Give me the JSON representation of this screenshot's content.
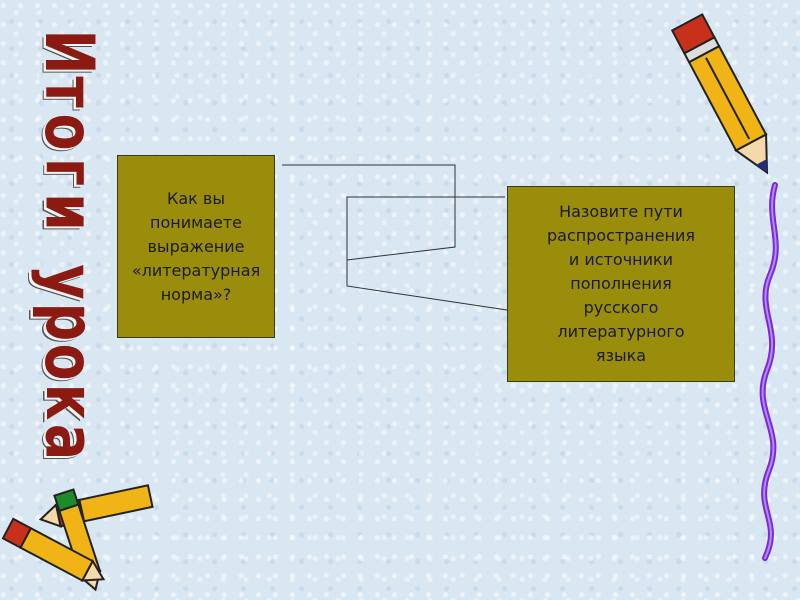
{
  "title": {
    "word1": [
      "И",
      "т",
      "о",
      "г",
      "и"
    ],
    "word2": [
      "у",
      "р",
      "о",
      "к",
      "а"
    ]
  },
  "boxes": {
    "question_left": "Как вы\nпонимаете\nвыражение\n«литературная\nнорма»?",
    "question_right": "Назовите пути\nраспространения\nи источники\nпополнения\nрусского\nлитературного\nязыка"
  },
  "colors": {
    "box_fill": "#9b8d0c",
    "title_letter": "#8b1a12",
    "background": "#d9e7f2",
    "ribbon": "#7a2ad6"
  },
  "icons": [
    "pencil-large-icon",
    "pencil-pair-icon",
    "purple-ribbon-icon"
  ]
}
